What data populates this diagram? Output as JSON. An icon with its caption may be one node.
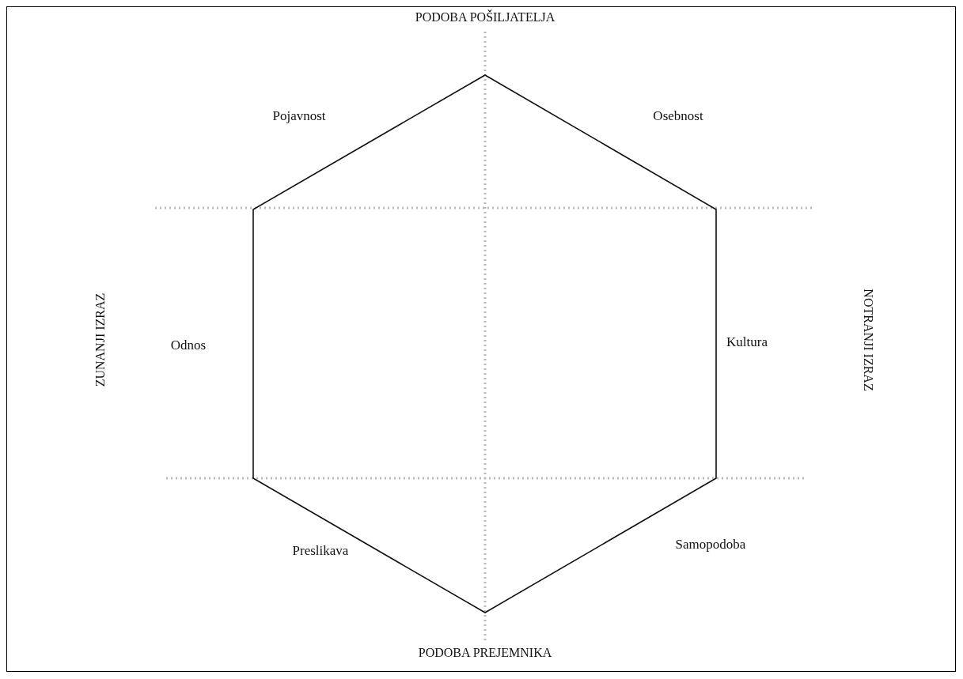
{
  "diagram": {
    "labels": [
      "PODOBA POŠILJATELJA",
      "Pojavnost",
      "Osebnost",
      "ZUNANJI IZRAZ",
      "Odnos",
      "Kultura",
      "NOTRANJI IZRAZ",
      "Preslikava",
      "Samopodoba",
      "PODOBA PREJEMNIKA"
    ]
  }
}
